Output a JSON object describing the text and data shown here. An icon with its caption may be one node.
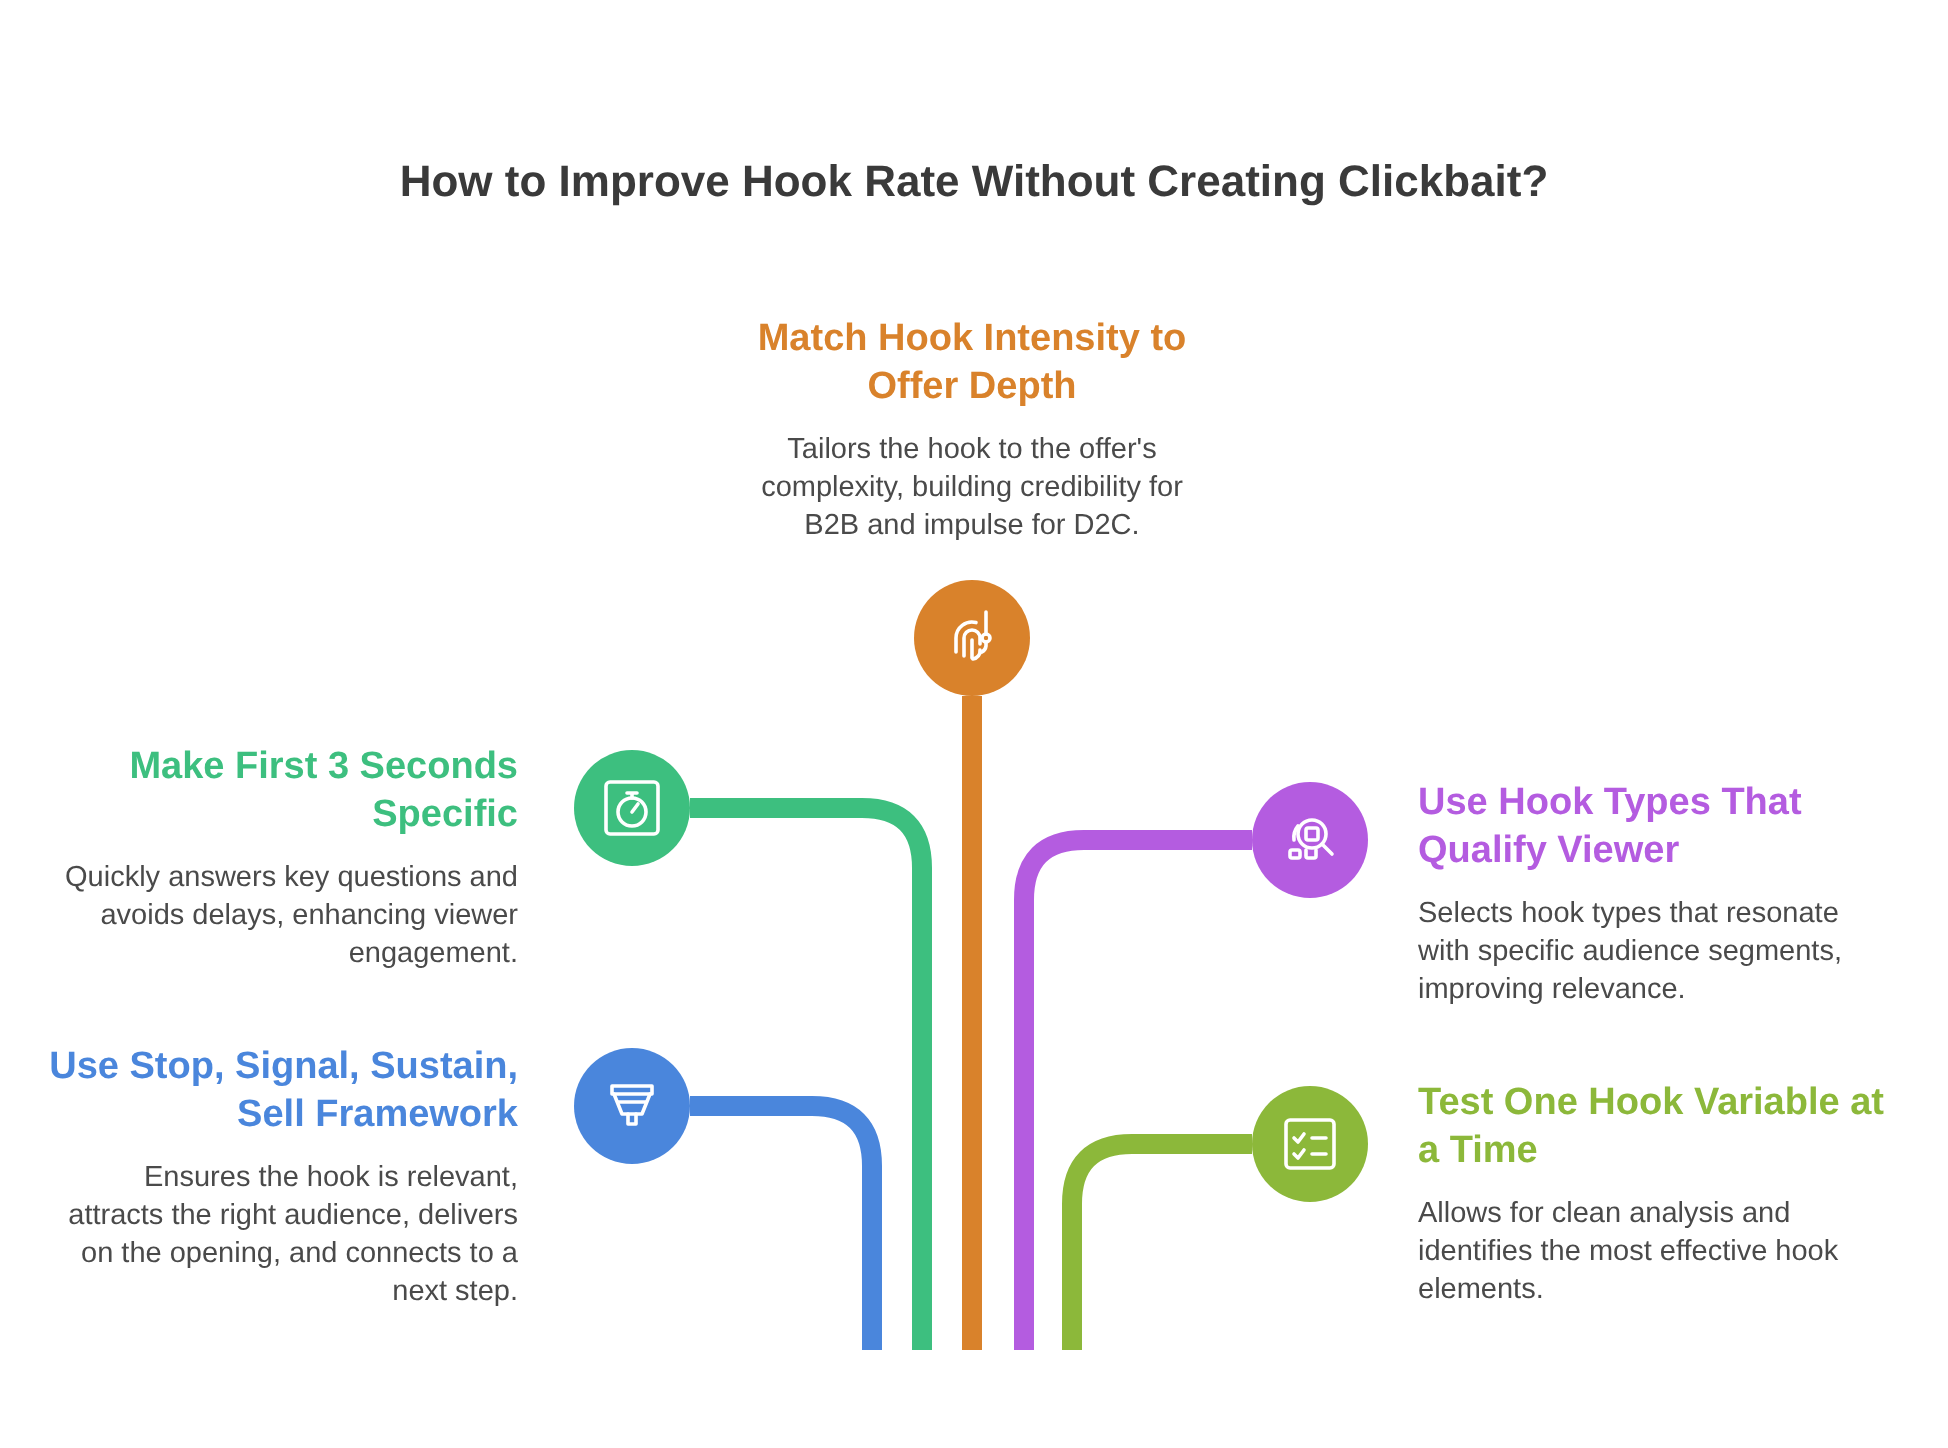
{
  "diagram": {
    "title": "How to Improve Hook Rate Without Creating Clickbait?",
    "nodes": [
      {
        "text": [],
        "shape": "circle",
        "beside": [
          "Match Hook Intensity to Offer Depth",
          "Tailors the hook to the offer's complexity, building credibility for B2B and impulse for D2C."
        ]
      },
      {
        "text": [],
        "shape": "circle",
        "beside": [
          "Make First 3 Seconds Specific",
          "Quickly answers key questions and avoids delays, enhancing viewer engagement."
        ]
      },
      {
        "text": [],
        "shape": "circle",
        "beside": [
          "Use Hook Types That Qualify Viewer",
          "Selects hook types that resonate with specific audience segments, improving relevance."
        ]
      },
      {
        "text": [],
        "shape": "circle",
        "beside": [
          "Use Stop, Signal, Sustain, Sell Framework",
          "Ensures the hook is relevant, attracts the right audience, delivers on the opening, and connects to a next step."
        ]
      },
      {
        "text": [],
        "shape": "circle",
        "beside": [
          "Test One Hook Variable at a Time",
          "Allows for clean analysis and identifies the most effective hook elements."
        ]
      }
    ],
    "edges": [
      {
        "from": null,
        "to": 0,
        "arrow": "none",
        "color": "#d9822b"
      },
      {
        "from": null,
        "to": 1,
        "arrow": "none",
        "color": "#3dbf7f"
      },
      {
        "from": null,
        "to": 2,
        "arrow": "none",
        "color": "#b45ce0"
      },
      {
        "from": null,
        "to": 3,
        "arrow": "none",
        "color": "#4a86dc"
      },
      {
        "from": null,
        "to": 4,
        "arrow": "none",
        "color": "#8cb83a"
      }
    ]
  }
}
